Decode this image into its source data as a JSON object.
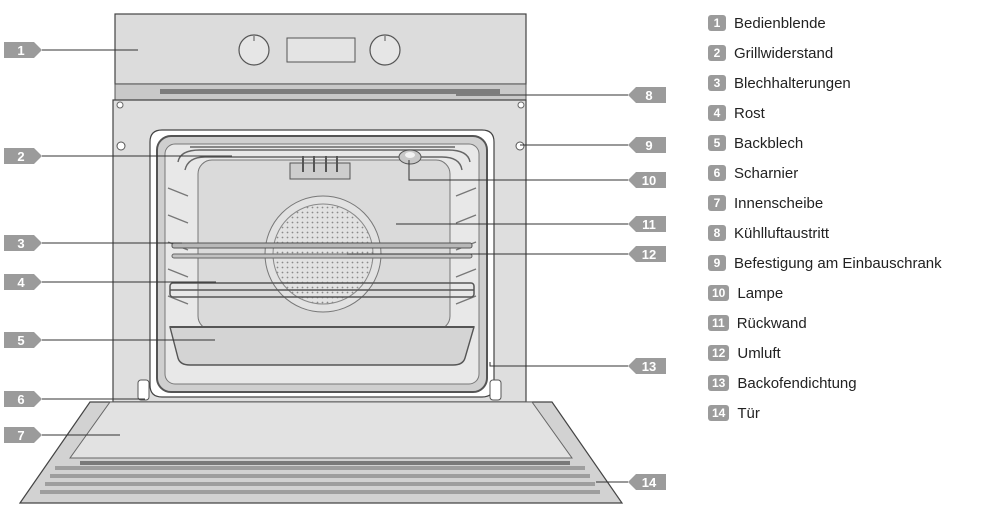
{
  "callouts": [
    {
      "num": "1",
      "label": "Bedienblende"
    },
    {
      "num": "2",
      "label": "Grillwiderstand"
    },
    {
      "num": "3",
      "label": "Blechhalterungen"
    },
    {
      "num": "4",
      "label": "Rost"
    },
    {
      "num": "5",
      "label": "Backblech"
    },
    {
      "num": "6",
      "label": "Scharnier"
    },
    {
      "num": "7",
      "label": "Innenscheibe"
    },
    {
      "num": "8",
      "label": "Kühlluftaustritt"
    },
    {
      "num": "9",
      "label": "Befestigung am Einbauschrank"
    },
    {
      "num": "10",
      "label": "Lampe"
    },
    {
      "num": "11",
      "label": "Rückwand"
    },
    {
      "num": "12",
      "label": "Umluft"
    },
    {
      "num": "13",
      "label": "Backofendichtung"
    },
    {
      "num": "14",
      "label": "Tür"
    }
  ],
  "colors": {
    "badge": "#9b9b9b",
    "leader": "#333333",
    "outline": "#444444",
    "steel": "#d9d9d9",
    "cavity": "#e8e8e8"
  }
}
